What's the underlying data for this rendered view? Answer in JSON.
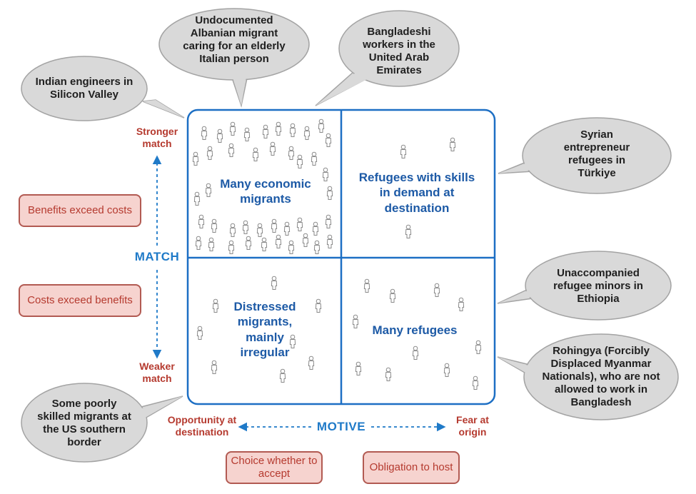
{
  "bubbles": {
    "indian": "Indian engineers in Silicon Valley",
    "albanian": "Undocumented Albanian migrant caring for an elderly Italian person",
    "bangladeshi": "Bangladeshi workers in the United Arab Emirates",
    "syrian": "Syrian entrepreneur refugees in Türkiye",
    "unaccompanied": "Unaccompanied refugee minors in Ethiopia",
    "rohingya": "Rohingya (Forcibly Displaced Myanmar Nationals), who are not allowed to work in Bangladesh",
    "us_border": "Some poorly skilled migrants at the US southern border"
  },
  "quadrants": {
    "top_left": "Many economic migrants",
    "top_right": "Refugees with skills in demand at destination",
    "bottom_left": "Distressed migrants, mainly irregular",
    "bottom_right": "Many refugees"
  },
  "vertical_axis": {
    "title": "MATCH",
    "top": "Stronger match",
    "bottom": "Weaker match"
  },
  "horizontal_axis": {
    "title": "MOTIVE",
    "left": "Opportunity at destination",
    "right": "Fear at origin"
  },
  "boxes": {
    "benefits": "Benefits exceed costs",
    "costs": "Costs exceed benefits",
    "choice": "Choice whether to accept",
    "obligation": "Obligation to host"
  },
  "colors": {
    "frame_blue": "#1d6fc4",
    "bubble_fill": "#d9d9d9",
    "label_red": "#b53a2f",
    "box_fill": "#f6d3cf"
  }
}
